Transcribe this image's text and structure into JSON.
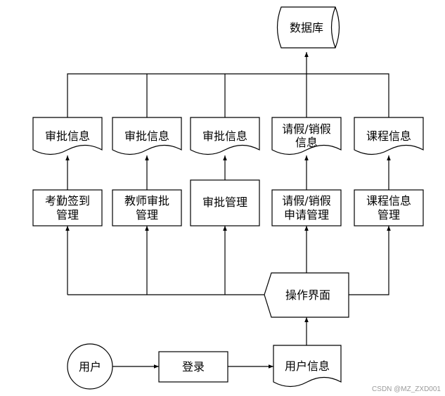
{
  "database": "数据库",
  "docs": {
    "d1": "审批信息",
    "d2": "审批信息",
    "d3": "审批信息",
    "d4": [
      "请假/销假",
      "信息"
    ],
    "d5": "课程信息"
  },
  "modules": {
    "m1": [
      "考勤签到",
      "管理"
    ],
    "m2": [
      "教师审批",
      "管理"
    ],
    "m3": "审批管理",
    "m4": [
      "请假/销假",
      "申请管理"
    ],
    "m5": [
      "课程信息",
      "管理"
    ]
  },
  "ui": "操作界面",
  "user": "用户",
  "login": "登录",
  "user_info": "用户信息",
  "watermark": "CSDN @MZ_ZXD001"
}
